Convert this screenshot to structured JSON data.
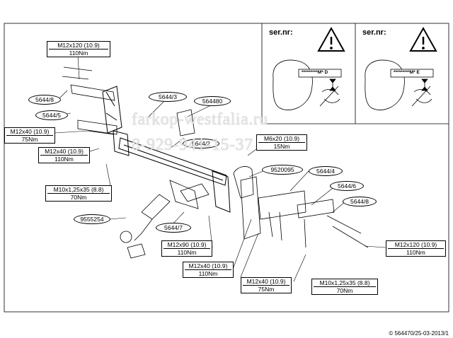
{
  "serial_panels": [
    {
      "label": "ser.nr:",
      "code": "*********M* D"
    },
    {
      "label": "ser.nr:",
      "code": "*********M* E"
    }
  ],
  "part_labels": {
    "p5644_8_left": "5644/8",
    "p5644_5": "5644/5",
    "p5644_3": "5644/3",
    "p564480": "564480",
    "p5644_2": "5644/2",
    "p9520095": "9520095",
    "p5644_4": "5644/4",
    "p5644_6": "5644/6",
    "p5644_8_right": "5644/8",
    "p9555254": "9555254",
    "p5644_7": "5644/7"
  },
  "bolt_specs": {
    "m12x120_left": {
      "bolt": "M12x120 (10.9)",
      "torque": "110Nm"
    },
    "m12x40_a": {
      "bolt": "M12x40 (10.9)",
      "torque": "75Nm"
    },
    "m12x40_b": {
      "bolt": "M12x40 (10.9)",
      "torque": "110Nm"
    },
    "m10x125_left": {
      "bolt": "M10x1,25x35 (8.8)",
      "torque": "70Nm"
    },
    "m6x20": {
      "bolt": "M6x20 (10.9)",
      "torque": "15Nm"
    },
    "m12x90": {
      "bolt": "M12x90 (10.9)",
      "torque": "110Nm"
    },
    "m12x40_c": {
      "bolt": "M12x40 (10.9)",
      "torque": "110Nm"
    },
    "m12x40_d": {
      "bolt": "M12x40 (10.9)",
      "torque": "75Nm"
    },
    "m10x125_right": {
      "bolt": "M10x1,25x35 (8.8)",
      "torque": "70Nm"
    },
    "m12x120_right": {
      "bolt": "M12x120 (10.9)",
      "torque": "110Nm"
    }
  },
  "watermark": {
    "site": "farkop-westfalia.ru",
    "phone": "8-929-941-15-37"
  },
  "copyright": "© 564470/25-03-2013/1"
}
